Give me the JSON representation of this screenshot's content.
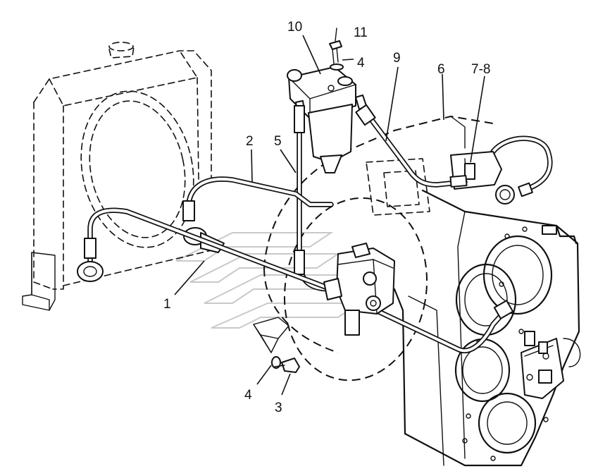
{
  "labels": {
    "l1": "1",
    "l2": "2",
    "l3": "3",
    "l4a": "4",
    "l4b": "4",
    "l5": "5",
    "l6": "6",
    "l78": "7-8",
    "l9": "9",
    "l10": "10",
    "l11": "11"
  }
}
